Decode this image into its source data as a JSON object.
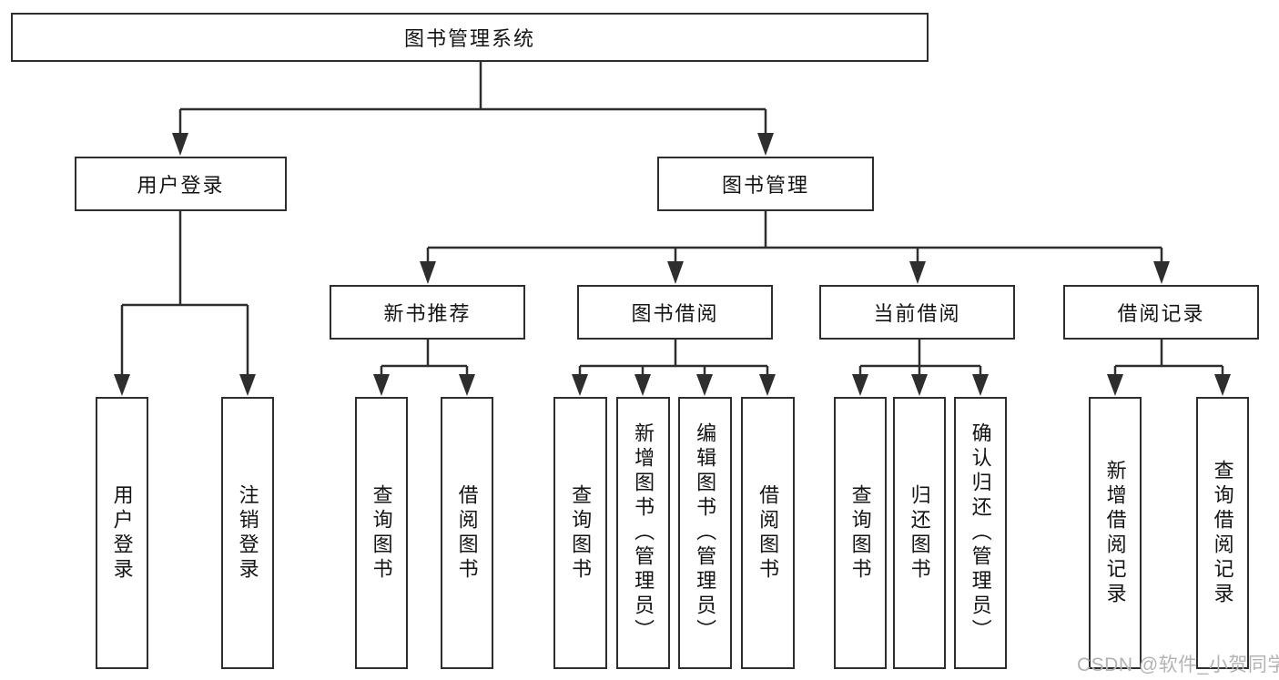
{
  "diagram": {
    "root": {
      "label": "图书管理系统"
    },
    "branches": [
      {
        "label": "用户登录",
        "children": [
          {
            "label": "用户登录"
          },
          {
            "label": "注销登录"
          }
        ]
      },
      {
        "label": "图书管理",
        "children": [
          {
            "label": "新书推荐",
            "children": [
              {
                "label": "查询图书"
              },
              {
                "label": "借阅图书"
              }
            ]
          },
          {
            "label": "图书借阅",
            "children": [
              {
                "label": "查询图书"
              },
              {
                "label": "新增图书（管理员）"
              },
              {
                "label": "编辑图书（管理员）"
              },
              {
                "label": "借阅图书"
              }
            ]
          },
          {
            "label": "当前借阅",
            "children": [
              {
                "label": "查询图书"
              },
              {
                "label": "归还图书"
              },
              {
                "label": "确认归还（管理员）"
              }
            ]
          },
          {
            "label": "借阅记录",
            "children": [
              {
                "label": "新增借阅记录"
              },
              {
                "label": "查询借阅记录"
              }
            ]
          }
        ]
      }
    ],
    "watermark": "CSDN @软件_小贺同学",
    "colors": {
      "line": "#2e2e2e",
      "text": "#141414",
      "watermark": "#b3b3b3",
      "background": "#ffffff"
    }
  }
}
